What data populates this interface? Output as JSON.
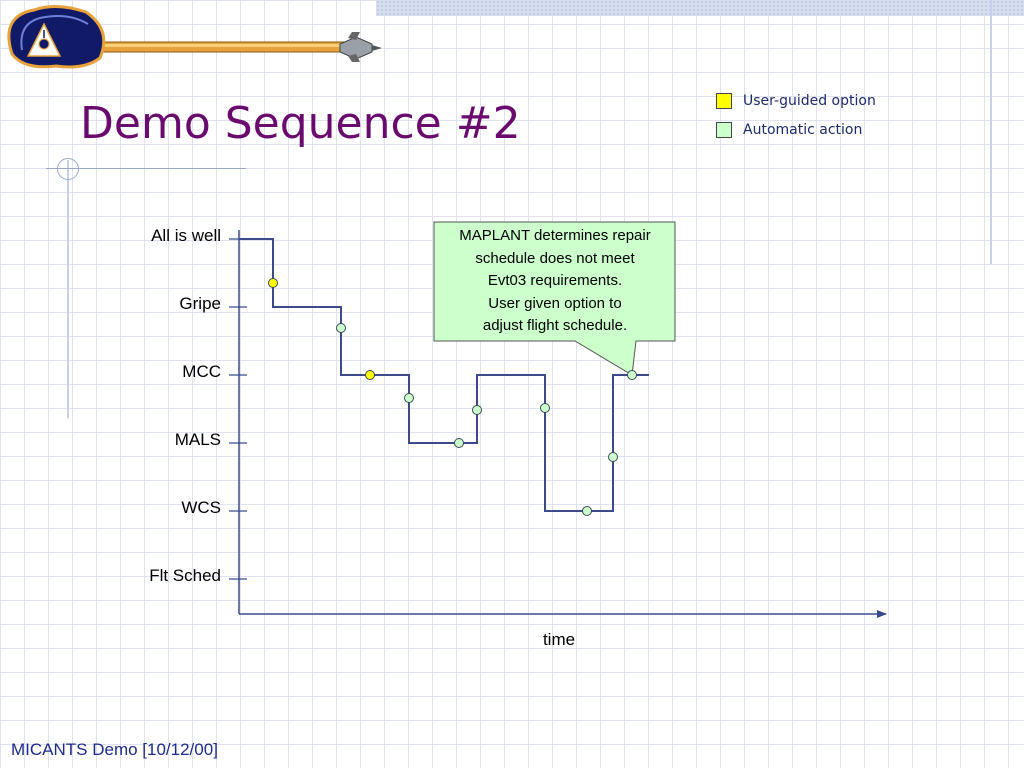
{
  "title": "Demo Sequence #2",
  "legend": [
    {
      "label": "User-guided option",
      "color": "#ffff00"
    },
    {
      "label": "Automatic action",
      "color": "#ccffcc"
    }
  ],
  "diagram": {
    "levels": [
      "All is well",
      "Gripe",
      "MCC",
      "MALS",
      "WCS",
      "Flt Sched"
    ],
    "xlabel": "time",
    "callout": [
      "MAPLANT determines repair",
      "schedule does not meet",
      "Evt03 requirements.",
      "User given option to",
      "adjust flight schedule."
    ],
    "callout_fill": "#ccffcc",
    "line_color": "#3c4a8c",
    "markers": [
      {
        "type": "user-guided"
      },
      {
        "type": "automatic"
      },
      {
        "type": "user-guided"
      },
      {
        "type": "automatic"
      },
      {
        "type": "automatic"
      },
      {
        "type": "automatic"
      },
      {
        "type": "automatic"
      },
      {
        "type": "automatic"
      },
      {
        "type": "automatic"
      },
      {
        "type": "automatic"
      }
    ]
  },
  "footer": "MICANTS Demo [10/12/00]"
}
